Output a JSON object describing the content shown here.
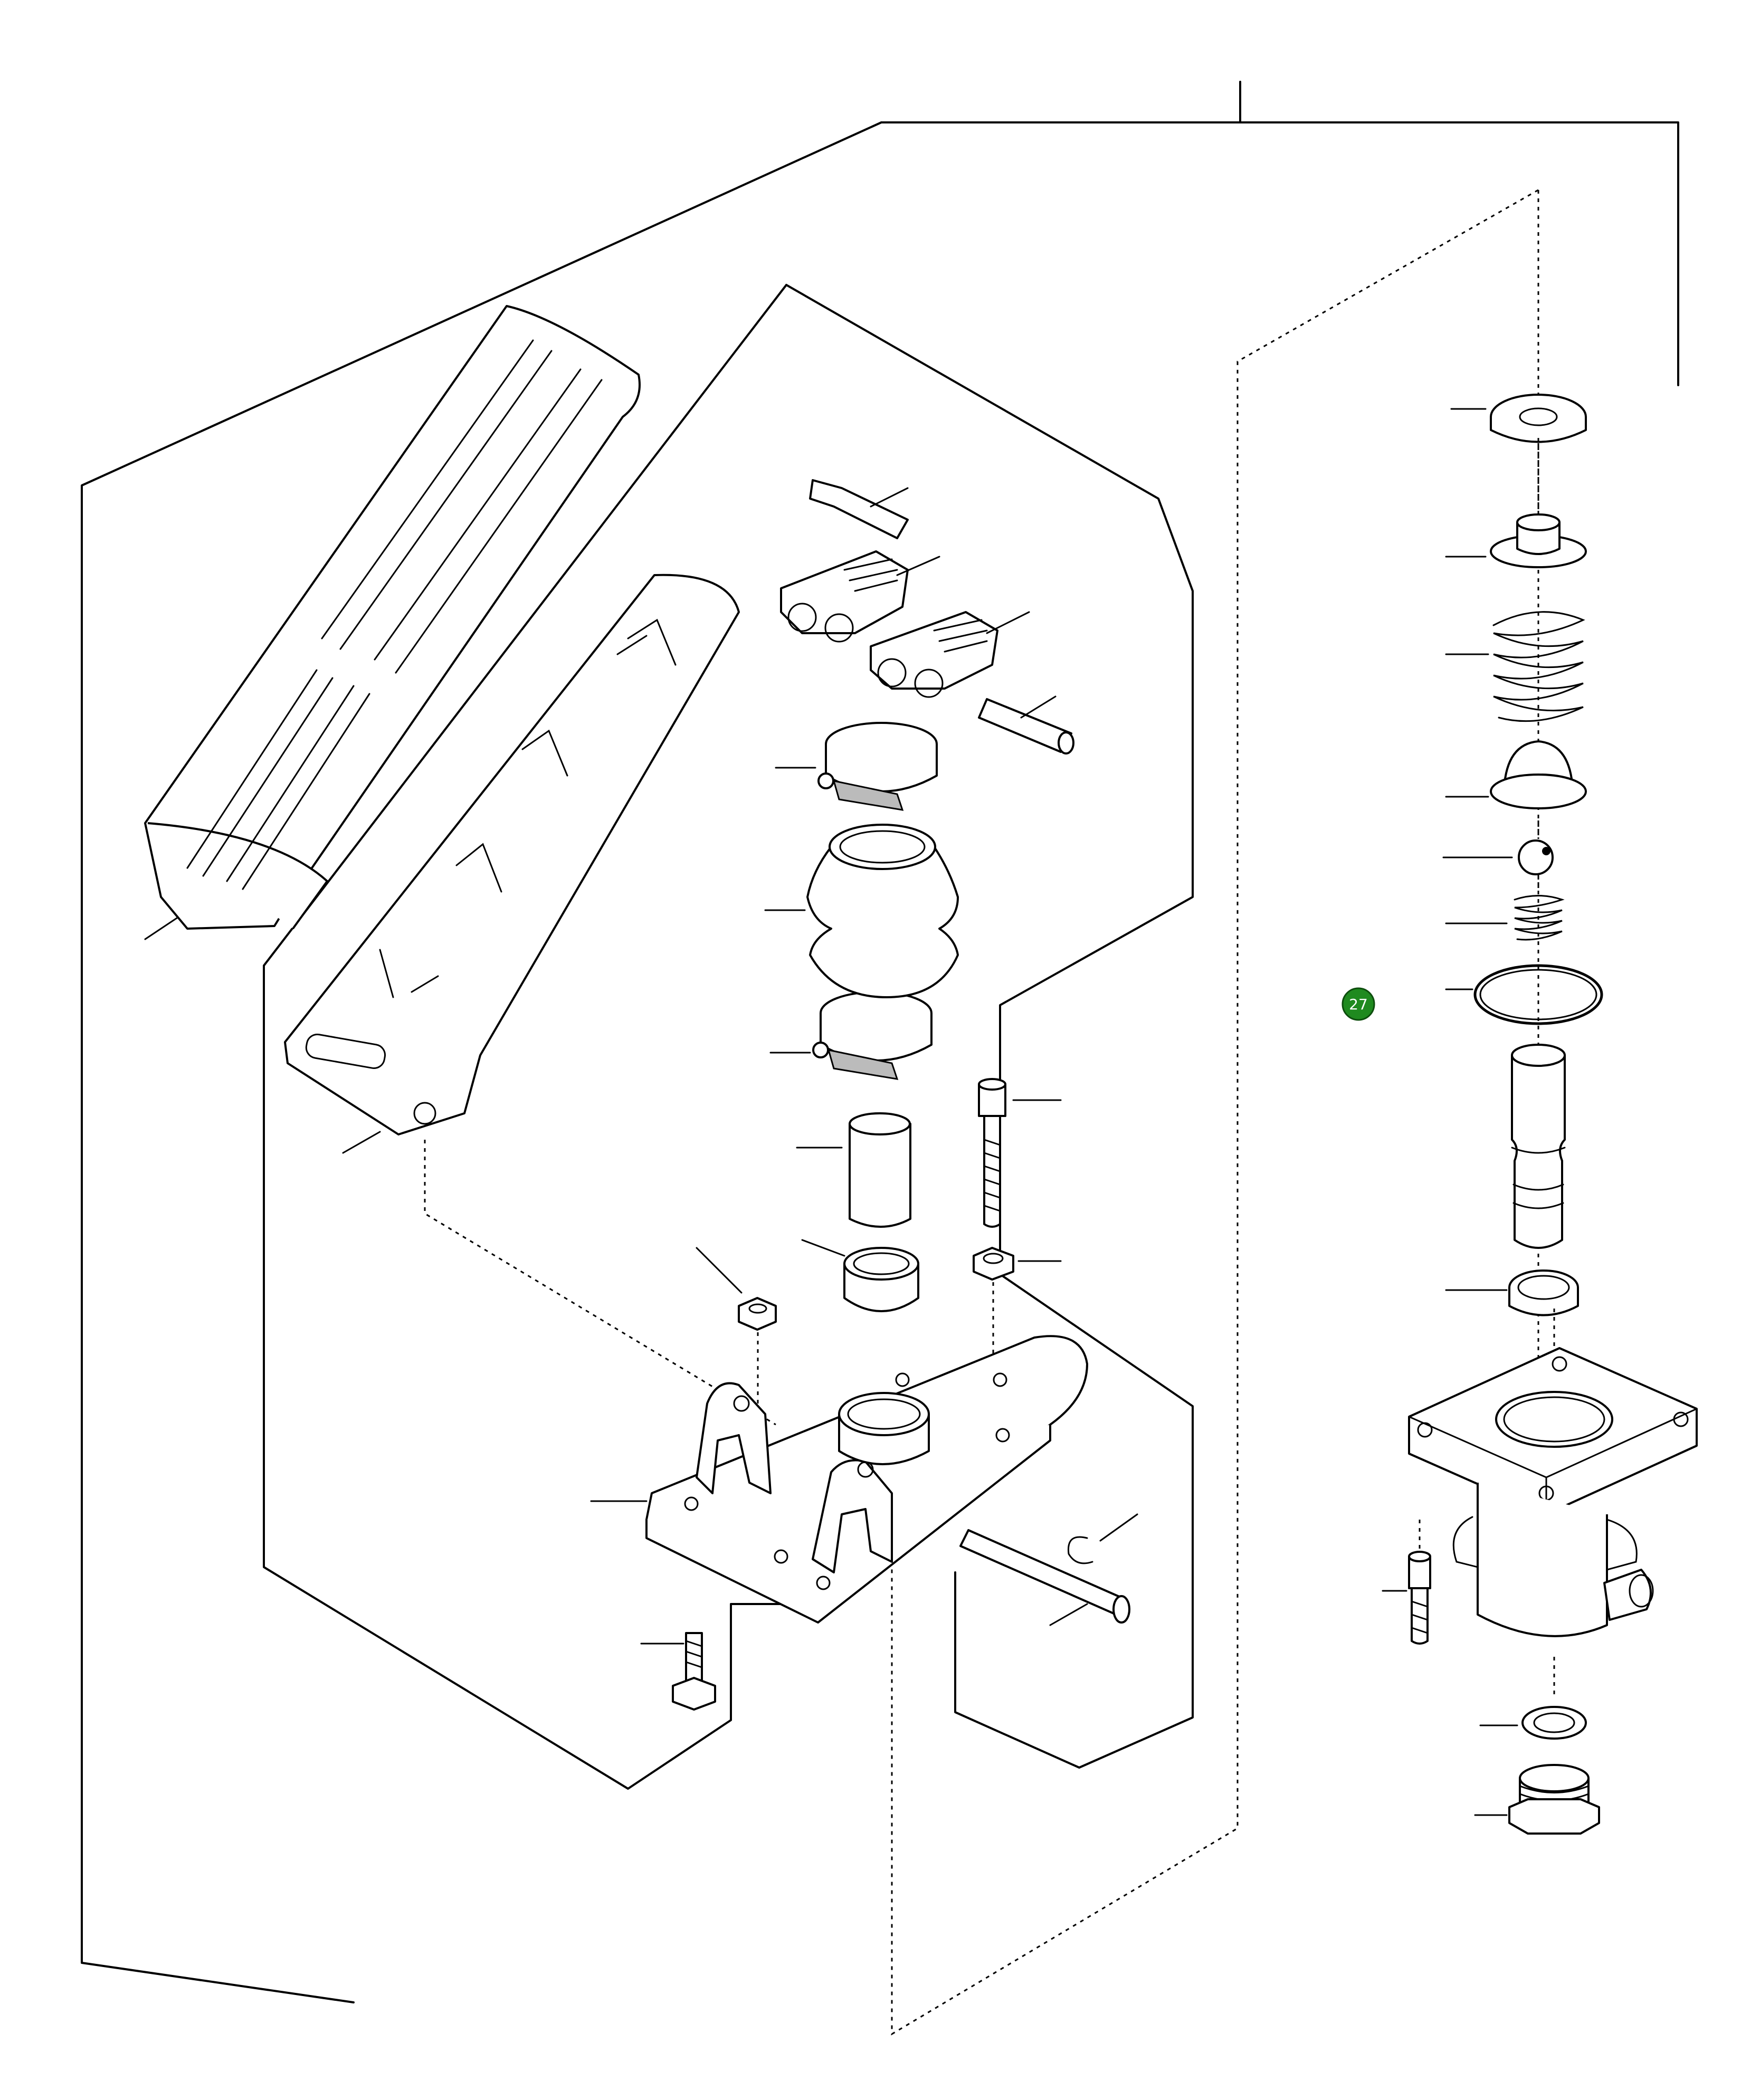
{
  "diagram": {
    "callouts": [
      {
        "id": "callout-27",
        "label": "27",
        "color": "#1f8a1f",
        "text_color": "#ffffff"
      }
    ],
    "parts": [
      "accelerator-pedal-pad",
      "pedal-arm",
      "clip",
      "fork-left",
      "fork-right",
      "pivot-pin",
      "hose-clamp-upper",
      "rubber-boot",
      "hose-clamp-lower",
      "push-rod",
      "bushing",
      "socket-screw",
      "hex-nut",
      "mounting-plate",
      "hinge-pin",
      "retaining-clip",
      "hex-bolt",
      "seal-cap",
      "spring-seat",
      "main-spring",
      "valve-cap",
      "ball",
      "small-spring",
      "o-ring",
      "valve-piston",
      "guide-ring",
      "valve-housing",
      "housing-screw",
      "washer",
      "plug"
    ]
  }
}
